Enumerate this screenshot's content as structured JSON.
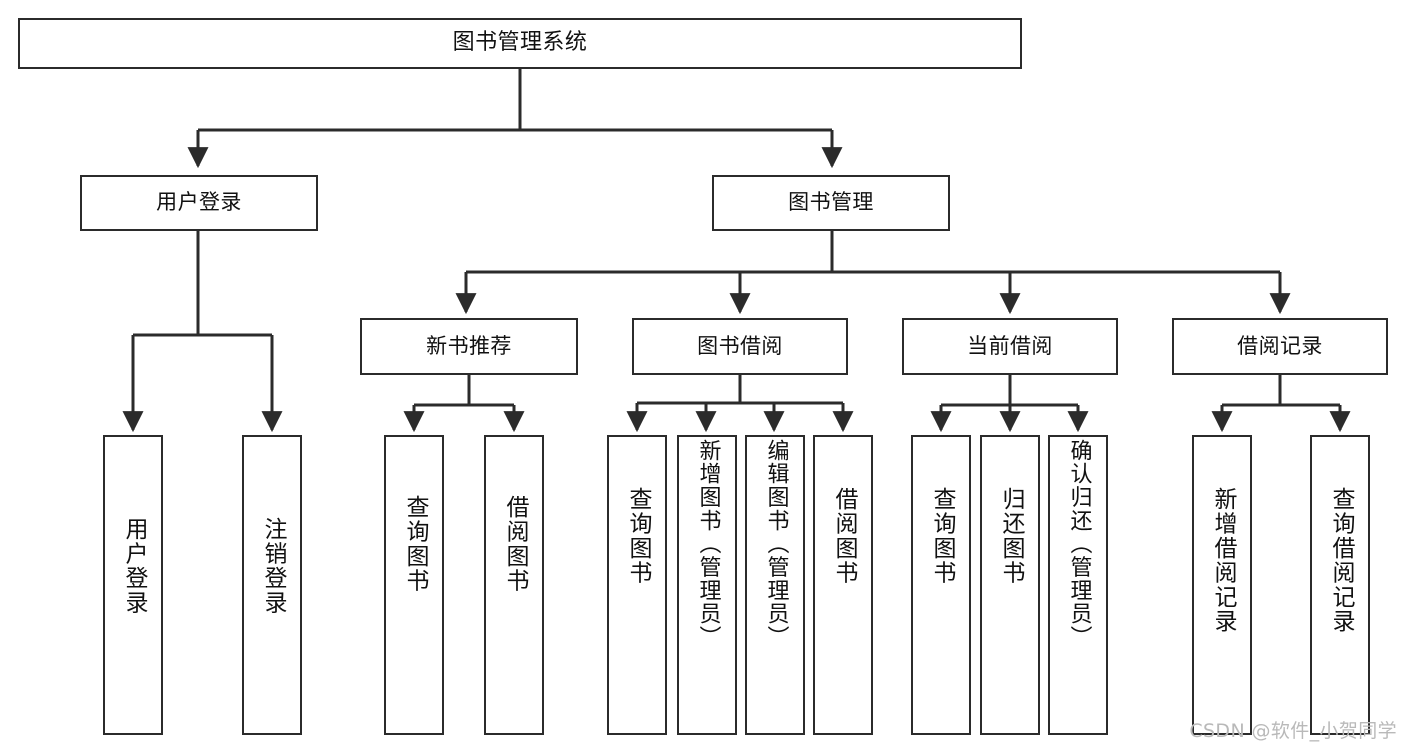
{
  "diagram": {
    "title": "图书管理系统",
    "type": "tree-hierarchy-diagram",
    "colors": {
      "background": "#ffffff",
      "box_border": "#2b2b2b",
      "box_fill": "#ffffff",
      "text": "#111111",
      "edge": "#2b2b2b",
      "watermark": "#b9b9b9"
    },
    "watermark": "CSDN @软件_小贺同学",
    "nodes": {
      "root": {
        "label": "图书管理系统"
      },
      "level2": [
        {
          "id": "user-login",
          "label": "用户登录"
        },
        {
          "id": "book-manage",
          "label": "图书管理"
        }
      ],
      "level3": [
        {
          "id": "new-book-recommend",
          "label": "新书推荐"
        },
        {
          "id": "book-borrow",
          "label": "图书借阅"
        },
        {
          "id": "current-borrow",
          "label": "当前借阅"
        },
        {
          "id": "borrow-record",
          "label": "借阅记录"
        }
      ],
      "leaves": {
        "user_login": [
          {
            "id": "leaf-user-login",
            "label": "用户登录"
          },
          {
            "id": "leaf-logout-login",
            "label": "注销登录"
          }
        ],
        "new_book_recommend": [
          {
            "id": "leaf-query-book-1",
            "label": "查询图书"
          },
          {
            "id": "leaf-borrow-book-1",
            "label": "借阅图书"
          }
        ],
        "book_borrow": [
          {
            "id": "leaf-query-book-2",
            "label": "查询图书"
          },
          {
            "id": "leaf-add-book",
            "label": "新增图书（管理员）"
          },
          {
            "id": "leaf-edit-book",
            "label": "编辑图书（管理员）"
          },
          {
            "id": "leaf-borrow-book-2",
            "label": "借阅图书"
          }
        ],
        "current_borrow": [
          {
            "id": "leaf-query-book-3",
            "label": "查询图书"
          },
          {
            "id": "leaf-return-book",
            "label": "归还图书"
          },
          {
            "id": "leaf-confirm-return",
            "label": "确认归还（管理员）"
          }
        ],
        "borrow_record": [
          {
            "id": "leaf-add-record",
            "label": "新增借阅记录"
          },
          {
            "id": "leaf-query-record",
            "label": "查询借阅记录"
          }
        ]
      }
    }
  }
}
